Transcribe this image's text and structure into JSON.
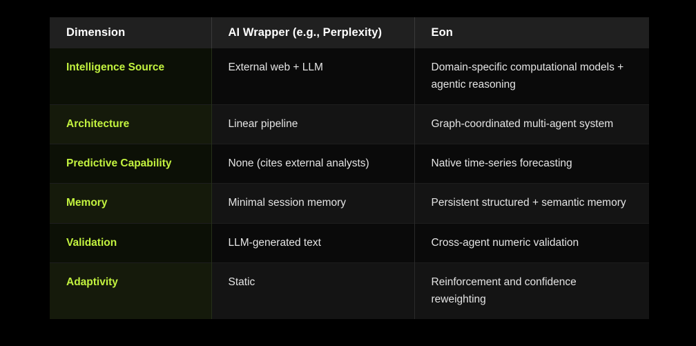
{
  "table": {
    "headers": [
      {
        "label": "Dimension",
        "name": "header-dimension"
      },
      {
        "label": "AI Wrapper (e.g., Perplexity)",
        "name": "header-ai-wrapper"
      },
      {
        "label": "Eon",
        "name": "header-eon"
      }
    ],
    "rows": [
      {
        "dimension": "Intelligence Source",
        "ai_wrapper": "External web + LLM",
        "eon": "Domain-specific computational models + agentic reasoning"
      },
      {
        "dimension": "Architecture",
        "ai_wrapper": "Linear pipeline",
        "eon": "Graph-coordinated multi-agent system"
      },
      {
        "dimension": "Predictive Capability",
        "ai_wrapper": "None (cites external analysts)",
        "eon": "Native time-series forecasting"
      },
      {
        "dimension": "Memory",
        "ai_wrapper": "Minimal session memory",
        "eon": "Persistent structured + semantic memory"
      },
      {
        "dimension": "Validation",
        "ai_wrapper": "LLM-generated text",
        "eon": "Cross-agent numeric validation"
      },
      {
        "dimension": "Adaptivity",
        "ai_wrapper": "Static",
        "eon": "Reinforcement and confidence reweighting"
      }
    ]
  },
  "colors": {
    "page_background": "#000000",
    "header_background": "#202020",
    "row_odd_background": "#0a0a0a",
    "row_even_background": "#141414",
    "dimension_accent": "#c2f23f",
    "body_text": "#e4e4e4",
    "header_text": "#ffffff"
  }
}
